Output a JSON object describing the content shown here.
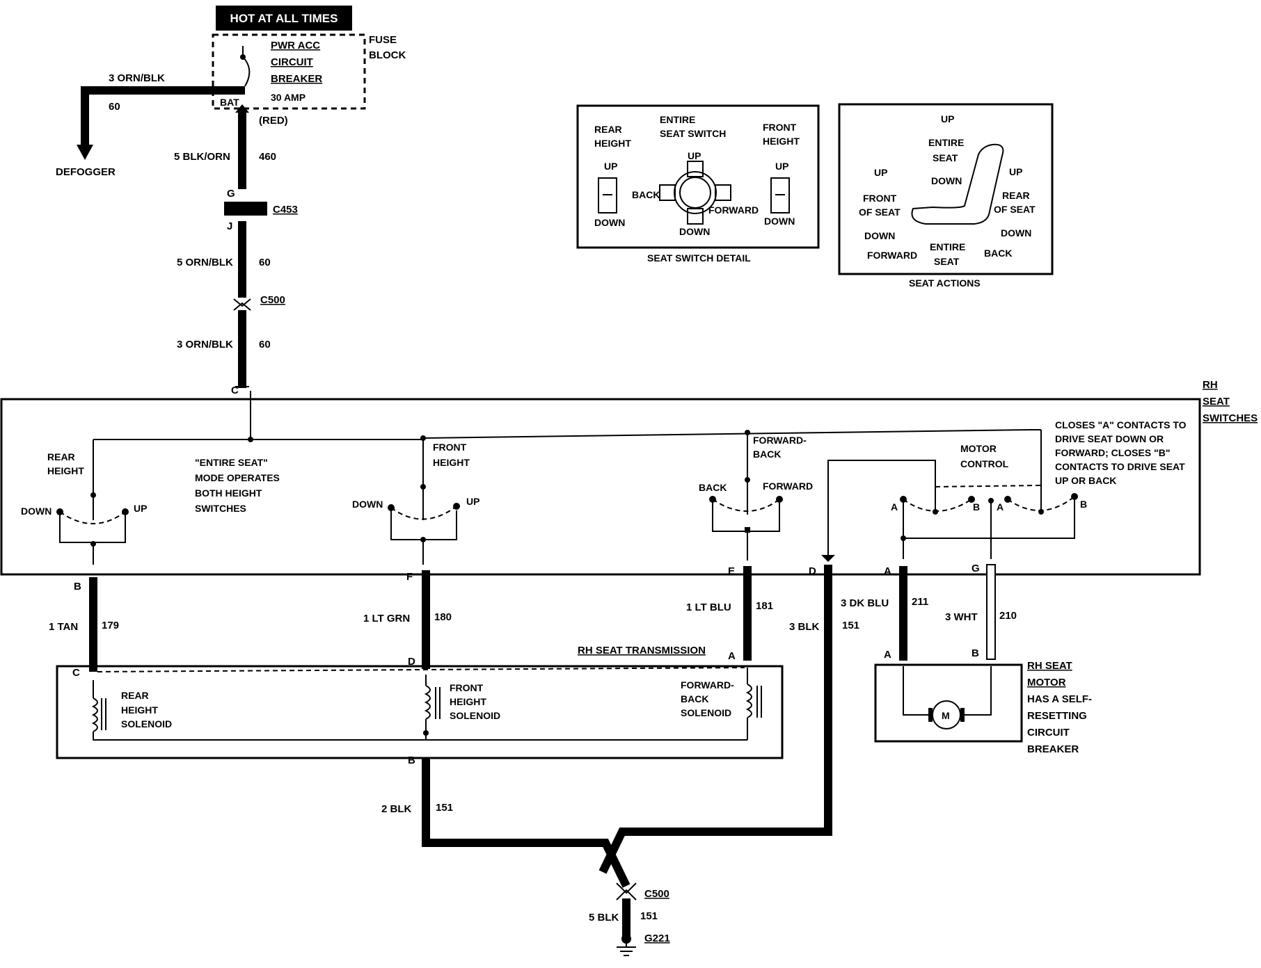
{
  "power": {
    "hot_label": "HOT AT ALL TIMES",
    "fuse_block": [
      "FUSE",
      "BLOCK"
    ],
    "breaker": [
      "PWR ACC",
      "CIRCUIT",
      "BREAKER"
    ],
    "amp": "30 AMP",
    "bat": "BAT",
    "red": "(RED)",
    "defogger_wire": "3 ORN/BLK",
    "defogger_circuit": "60",
    "defogger": "DEFOGGER"
  },
  "feed": {
    "w1": "5 BLK/ORN",
    "c1": "460",
    "pin_g": "G",
    "conn1": "C453",
    "pin_j": "J",
    "w2": "5 ORN/BLK",
    "c2": "60",
    "conn2": "C500",
    "w3": "3 ORN/BLK",
    "c3": "60",
    "pin_c": "C"
  },
  "switch_detail": {
    "rear": [
      "REAR",
      "HEIGHT"
    ],
    "entire": [
      "ENTIRE",
      "SEAT SWITCH"
    ],
    "front": [
      "FRONT",
      "HEIGHT"
    ],
    "up": "UP",
    "down": "DOWN",
    "back": "BACK",
    "forward": "FORWARD",
    "caption": "SEAT SWITCH DETAIL"
  },
  "seat_actions": {
    "up": "UP",
    "down": "DOWN",
    "entire_seat": [
      "ENTIRE",
      "SEAT"
    ],
    "front_of_seat": [
      "FRONT",
      "OF SEAT"
    ],
    "rear_of_seat": [
      "REAR",
      "OF SEAT"
    ],
    "forward": "FORWARD",
    "back": "BACK",
    "caption": "SEAT ACTIONS"
  },
  "switches": {
    "title": [
      "RH",
      "SEAT",
      "SWITCHES"
    ],
    "rear_height": [
      "REAR",
      "HEIGHT"
    ],
    "mode_note": [
      "\"ENTIRE SEAT\"",
      "MODE OPERATES",
      "BOTH HEIGHT",
      "SWITCHES"
    ],
    "front_height": [
      "FRONT",
      "HEIGHT"
    ],
    "forward_back": [
      "FORWARD-",
      "BACK"
    ],
    "motor_control": [
      "MOTOR",
      "CONTROL"
    ],
    "closes_note": [
      "CLOSES \"A\" CONTACTS TO",
      "DRIVE SEAT DOWN OR",
      "FORWARD; CLOSES \"B\"",
      "CONTACTS TO DRIVE SEAT",
      "UP OR BACK"
    ],
    "down": "DOWN",
    "up": "UP",
    "back": "BACK",
    "forward": "FORWARD",
    "a": "A",
    "b": "B"
  },
  "wires": {
    "pin_b": "B",
    "w_tan": "1 TAN",
    "c_tan": "179",
    "pin_f": "F",
    "w_ltgrn": "1 LT GRN",
    "c_ltgrn": "180",
    "pin_e": "E",
    "w_ltblu": "1 LT BLU",
    "c_ltblu": "181",
    "pin_d": "D",
    "w_blk": "3 BLK",
    "c_blk": "151",
    "pin_a": "A",
    "w_dkblu": "3 DK BLU",
    "c_dkblu": "211",
    "pin_g": "G",
    "w_wht": "3 WHT",
    "c_wht": "210"
  },
  "transmission": {
    "title": "RH SEAT TRANSMISSION",
    "pin_c": "C",
    "pin_d": "D",
    "pin_a": "A",
    "pin_b": "B",
    "rear": [
      "REAR",
      "HEIGHT",
      "SOLENOID"
    ],
    "front": [
      "FRONT",
      "HEIGHT",
      "SOLENOID"
    ],
    "fwdback": [
      "FORWARD-",
      "BACK",
      "SOLENOID"
    ]
  },
  "motor": {
    "pin_a": "A",
    "pin_b": "B",
    "m": "M",
    "note": [
      "RH SEAT",
      "MOTOR",
      "HAS A SELF-",
      "RESETTING",
      "CIRCUIT",
      "BREAKER"
    ]
  },
  "ground": {
    "w1": "2 BLK",
    "c1": "151",
    "conn": "C500",
    "w2": "5 BLK",
    "c2": "151",
    "g": "G221"
  }
}
